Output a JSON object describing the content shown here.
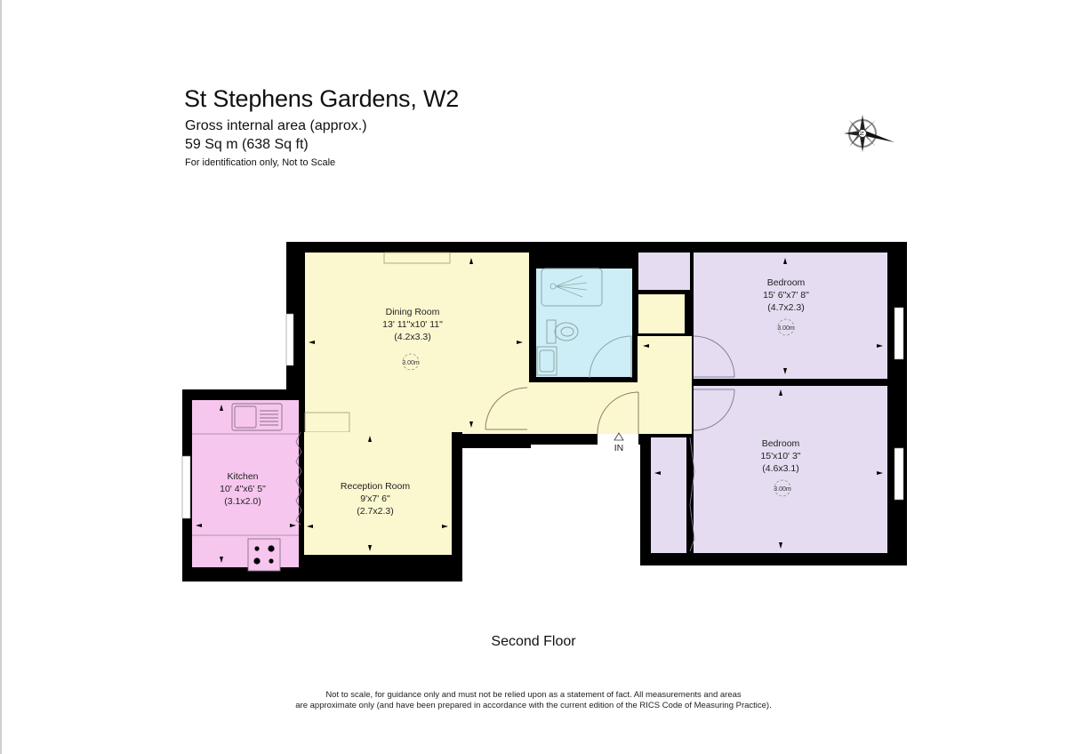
{
  "header": {
    "title": "St Stephens Gardens, W2",
    "subtitle": "Gross internal area (approx.)",
    "area": "59 Sq m (638 Sq ft)",
    "note": "For identification only, Not to Scale"
  },
  "compass": {
    "icon": "compass-rose-icon",
    "label": "N"
  },
  "colors": {
    "wall": "#000000",
    "living": "#fbf8cf",
    "kitchen": "#f6c6ee",
    "bedroom": "#e5dcf1",
    "bathroom": "#cdeef7",
    "fixture_line": "#8fa5a5",
    "door_line": "#8a8060"
  },
  "rooms": [
    {
      "name": "Dining Room",
      "imperial": "13' 11\"x10' 11\"",
      "metric": "(4.2x3.3)",
      "ceiling": "3.00m"
    },
    {
      "name": "Bedroom",
      "imperial": "15' 6\"x7' 8\"",
      "metric": "(4.7x2.3)",
      "ceiling": "3.00m"
    },
    {
      "name": "Bedroom",
      "imperial": "15'x10' 3\"",
      "metric": "(4.6x3.1)",
      "ceiling": "3.00m"
    },
    {
      "name": "Kitchen",
      "imperial": "10' 4\"x6' 5\"",
      "metric": "(3.1x2.0)"
    },
    {
      "name": "Reception Room",
      "imperial": "9'x7' 6\"",
      "metric": "(2.7x2.3)"
    }
  ],
  "entrance": {
    "label": "IN"
  },
  "floor_label": "Second Floor",
  "disclaimer": {
    "line1": "Not to scale, for guidance only and must not be relied upon as a statement of fact.  All measurements and areas",
    "line2": "are approximate only (and have been prepared in accordance with the current edition of the RICS Code of Measuring Practice)."
  }
}
